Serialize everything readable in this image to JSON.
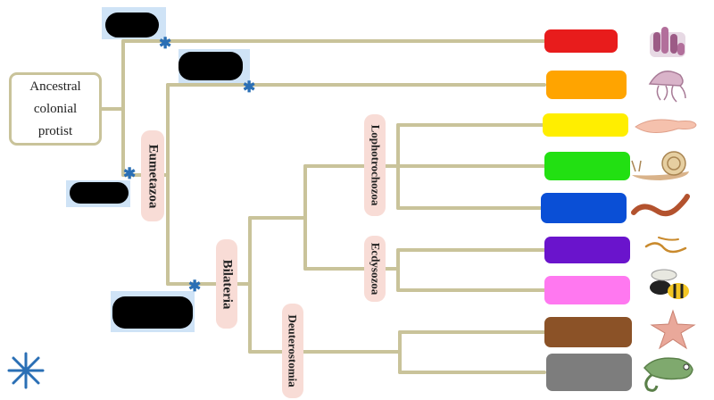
{
  "ancestor": {
    "label": "Ancestral\ncolonial\nprotist"
  },
  "clades": {
    "eumetazoa": "Eumetazoa",
    "bilateria": "Bilateria",
    "lophotrochozoa": "Lophotrochozoa",
    "ecdysozoa": "Ecdysozoa",
    "deuterostomia": "Deuterostomia"
  },
  "colors": {
    "line": "#c9c39a",
    "label_bg": "#f8dcd6",
    "star": "#2a6fb5",
    "redaction_bg": "#cfe3f6"
  },
  "taxa": [
    {
      "color": "#e81c1c",
      "icon": "sponge-icon"
    },
    {
      "color": "#ffa400",
      "icon": "jellyfish-icon"
    },
    {
      "color": "#ffee00",
      "icon": "flatworm-icon"
    },
    {
      "color": "#22e012",
      "icon": "snail-icon"
    },
    {
      "color": "#0a4fd6",
      "icon": "earthworm-icon"
    },
    {
      "color": "#6a14cc",
      "icon": "nematode-icon"
    },
    {
      "color": "#ff78f0",
      "icon": "wasp-icon"
    },
    {
      "color": "#8b5227",
      "icon": "starfish-icon"
    },
    {
      "color": "#7d7d7d",
      "icon": "chameleon-icon"
    }
  ]
}
